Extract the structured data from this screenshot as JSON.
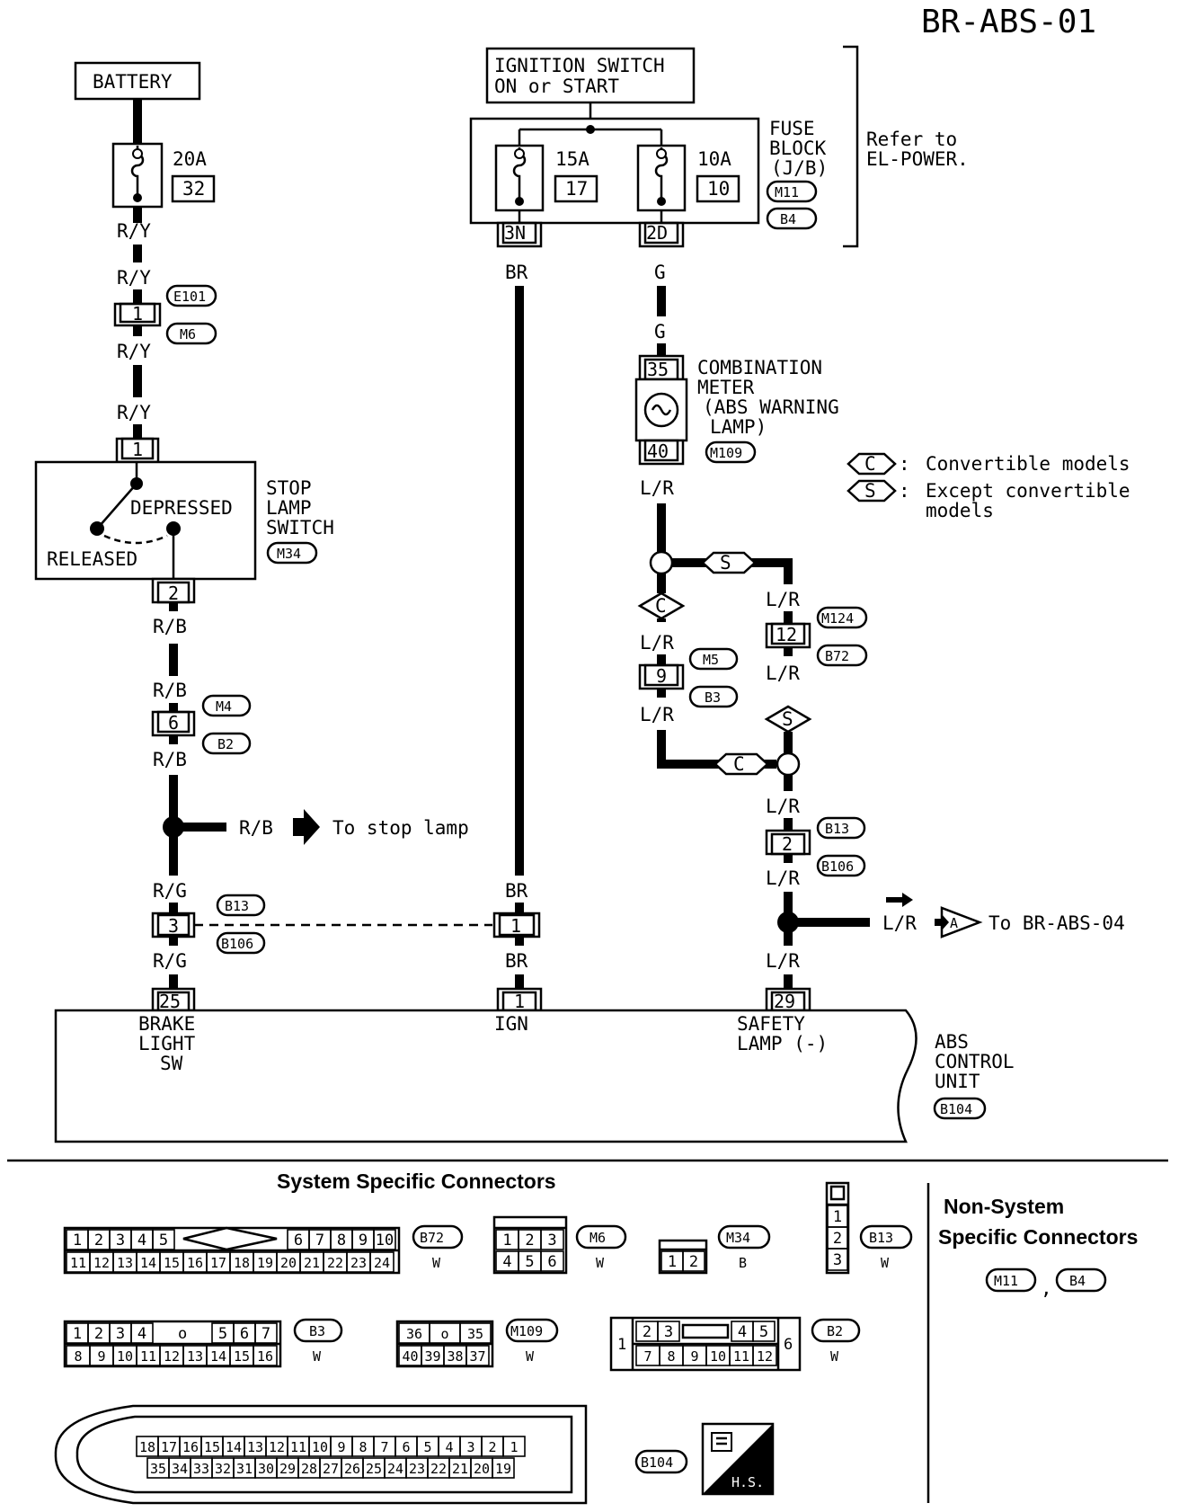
{
  "page_id": "BR-ABS-01",
  "battery": {
    "label": "BATTERY",
    "fuse_rating": "20A",
    "fuse_no": "32"
  },
  "ignition": {
    "line1": "IGNITION SWITCH",
    "line2": "ON or START"
  },
  "fuse_block": {
    "fuse_a_rating": "15A",
    "fuse_a_no": "17",
    "fuse_a_pin": "3N",
    "fuse_b_rating": "10A",
    "fuse_b_no": "10",
    "fuse_b_pin": "2D",
    "title1": "FUSE",
    "title2": "BLOCK",
    "title3": "(J/B)",
    "conn1": "M11",
    "conn2": "B4",
    "refer1": "Refer to",
    "refer2": "EL-POWER."
  },
  "wire_colors": {
    "ry": "R/Y",
    "rb": "R/B",
    "rg": "R/G",
    "br": "BR",
    "g": "G",
    "lr": "L/R"
  },
  "connectors": {
    "e101": "E101",
    "m6": "M6",
    "m4": "M4",
    "b2": "B2",
    "b13": "B13",
    "b106": "B106",
    "m109": "M109",
    "m124": "M124",
    "b72": "B72",
    "m5": "M5",
    "b3": "B3",
    "m34": "M34",
    "b104": "B104"
  },
  "pins": {
    "p1": "1",
    "p2": "2",
    "p3": "3",
    "p6": "6",
    "p9": "9",
    "p12": "12",
    "p25": "25",
    "p29": "29",
    "p35": "35",
    "p40": "40"
  },
  "stop_lamp_switch": {
    "depressed": "DEPRESSED",
    "released": "RELEASED",
    "title1": "STOP",
    "title2": "LAMP",
    "title3": "SWITCH"
  },
  "combination_meter": {
    "line1": "COMBINATION",
    "line2": "METER",
    "line3": "(ABS WARNING",
    "line4": "LAMP)"
  },
  "legend": {
    "c": "C",
    "s": "S",
    "colon": ":",
    "c_text": "Convertible models",
    "s_text1": "Except convertible",
    "s_text2": "models"
  },
  "to_stop_lamp": "To stop lamp",
  "to_br_abs_04": "To BR-ABS-04",
  "arrow_a": "A",
  "abs_unit": {
    "brake1": "BRAKE",
    "brake2": "LIGHT",
    "brake3": "SW",
    "ign": "IGN",
    "safety1": "SAFETY",
    "safety2": "LAMP (-)",
    "title1": "ABS",
    "title2": "CONTROL",
    "title3": "UNIT"
  },
  "bottom": {
    "title": "System Specific Connectors",
    "nonsys1": "Non-System",
    "nonsys2": "Specific Connectors",
    "comma": ",",
    "hs": "H.S.",
    "w": "W",
    "b": "B"
  },
  "connector_faces": {
    "b72_top_left": [
      "1",
      "2",
      "3",
      "4",
      "5"
    ],
    "b72_top_right": [
      "6",
      "7",
      "8",
      "9",
      "10"
    ],
    "b72_bottom": [
      "11",
      "12",
      "13",
      "14",
      "15",
      "16",
      "17",
      "18",
      "19",
      "20",
      "21",
      "22",
      "23",
      "24"
    ],
    "m6_top": [
      "1",
      "2",
      "3"
    ],
    "m6_bottom": [
      "4",
      "5",
      "6"
    ],
    "m34": [
      "1",
      "2"
    ],
    "b13": [
      "1",
      "2",
      "3"
    ],
    "b3_top_left": [
      "1",
      "2",
      "3",
      "4"
    ],
    "b3_top_mid": "o",
    "b3_top_right": [
      "5",
      "6",
      "7"
    ],
    "b3_bottom": [
      "8",
      "9",
      "10",
      "11",
      "12",
      "13",
      "14",
      "15",
      "16"
    ],
    "m109_top": [
      "36",
      "o",
      "35"
    ],
    "m109_bottom": [
      "40",
      "39",
      "38",
      "37"
    ],
    "b2_left": "1",
    "b2_top_left": [
      "2",
      "3"
    ],
    "b2_top_right": [
      "4",
      "5"
    ],
    "b2_right": "6",
    "b2_bottom": [
      "7",
      "8",
      "9",
      "10",
      "11",
      "12"
    ],
    "b104_top": [
      "18",
      "17",
      "16",
      "15",
      "14",
      "13",
      "12",
      "11",
      "10",
      "9",
      "8",
      "7",
      "6",
      "5",
      "4",
      "3",
      "2",
      "1"
    ],
    "b104_bottom": [
      "35",
      "34",
      "33",
      "32",
      "31",
      "30",
      "29",
      "28",
      "27",
      "26",
      "25",
      "24",
      "23",
      "22",
      "21",
      "20",
      "19"
    ]
  }
}
